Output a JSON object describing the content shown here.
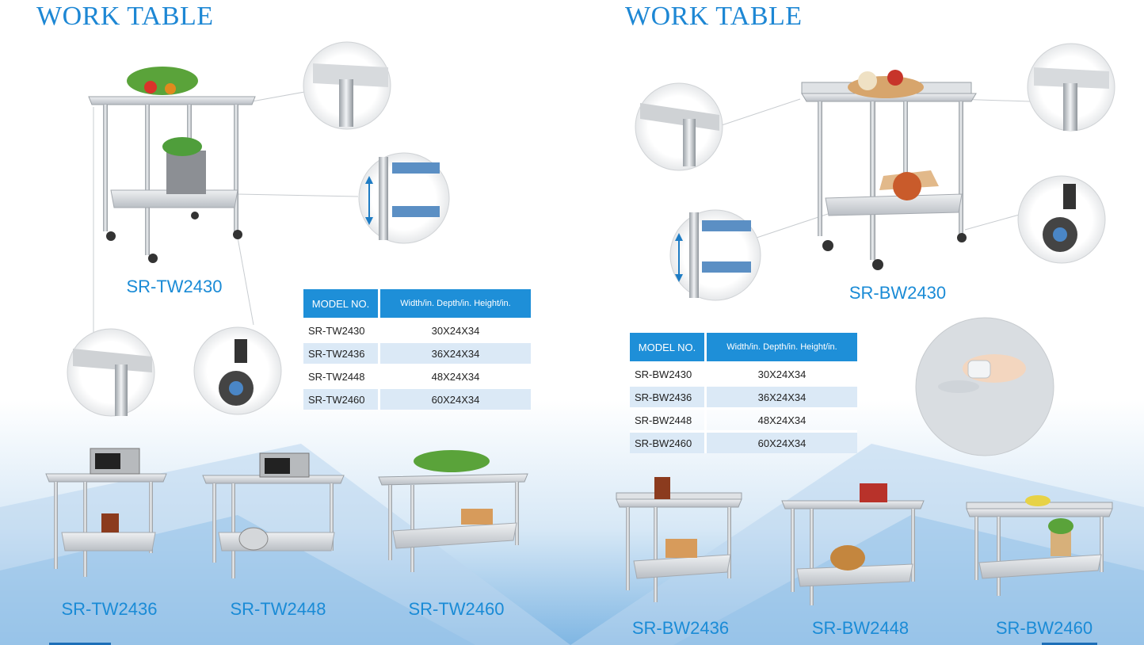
{
  "left": {
    "title": "WORK TABLE",
    "main_model": "SR-TW2430",
    "table": {
      "headers": [
        "MODEL NO.",
        "Width/in. Depth/in. Height/in."
      ],
      "rows": [
        [
          "SR-TW2430",
          "30X24X34"
        ],
        [
          "SR-TW2436",
          "36X24X34"
        ],
        [
          "SR-TW2448",
          "48X24X34"
        ],
        [
          "SR-TW2460",
          "60X24X34"
        ]
      ]
    },
    "bottom_models": [
      "SR-TW2436",
      "SR-TW2448",
      "SR-TW2460"
    ]
  },
  "right": {
    "title": "WORK TABLE",
    "main_model": "SR-BW2430",
    "table": {
      "headers": [
        "MODEL NO.",
        "Width/in. Depth/in. Height/in."
      ],
      "rows": [
        [
          "SR-BW2430",
          "30X24X34"
        ],
        [
          "SR-BW2436",
          "36X24X34"
        ],
        [
          "SR-BW2448",
          "48X24X34"
        ],
        [
          "SR-BW2460",
          "60X24X34"
        ]
      ]
    },
    "bottom_models": [
      "SR-BW2436",
      "SR-BW2448",
      "SR-BW2460"
    ]
  },
  "colors": {
    "accent": "#1d87d4",
    "header_bg": "#1e8fd8",
    "row_alt": "#dbe9f6",
    "steel": "#c9ccd0"
  }
}
